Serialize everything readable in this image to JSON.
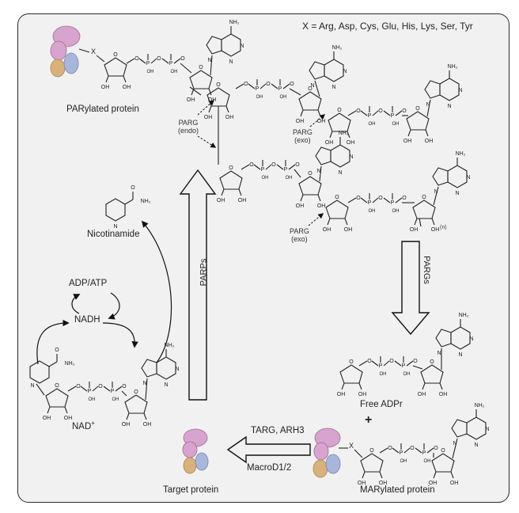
{
  "x_residues": "X = Arg, Asp, Cys, Glu, His, Lys, Ser, Tyr",
  "labels": {
    "parylated_protein": "PARylated protein",
    "nicotinamide": "Nicotinamide",
    "adp_atp": "ADP/ATP",
    "nadh": "NADH",
    "nad_plus": "NAD",
    "nad_sup": "+",
    "parps": "PARPs",
    "pargs": "PARGs",
    "free_adpr": "Free ADPr",
    "plus_sign": "+",
    "targ_arh3": "TARG, ARH3",
    "macrod": "MacroD1/2",
    "target_protein": "Target protein",
    "marylated_protein": "MARylated protein",
    "parg_endo_1": "PARG",
    "parg_endo_2": "(endo)",
    "parg_exo_a1": "PARG",
    "parg_exo_a2": "(exo)",
    "parg_exo_b1": "PARG",
    "parg_exo_b2": "(exo)",
    "n_sub": "(n)"
  },
  "chem": {
    "x": "X",
    "o": "O",
    "p": "P",
    "oh": "OH",
    "nh2": "NH₂",
    "n": "N"
  },
  "colors": {
    "panel_bg": "#f1f1f1",
    "border": "#2a2a2a",
    "protein_pink": "#d9a3cf",
    "protein_orange": "#d9b27a",
    "protein_blue": "#a9b6dc"
  }
}
